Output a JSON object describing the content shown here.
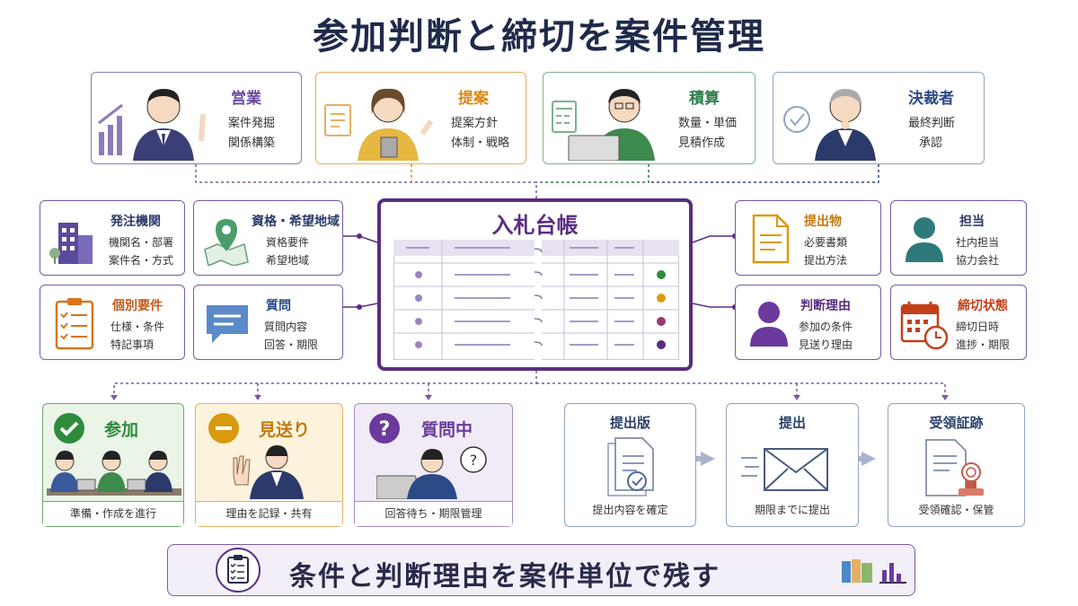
{
  "title": "参加判断と締切を案件管理",
  "roles": [
    {
      "title": "営業",
      "lines": [
        "案件発掘",
        "関係構築"
      ],
      "color": "#6b4a9c",
      "icon": "sales-person-icon"
    },
    {
      "title": "提案",
      "lines": [
        "提案方針",
        "体制・戦略"
      ],
      "color": "#d98a1a",
      "icon": "proposal-person-icon"
    },
    {
      "title": "積算",
      "lines": [
        "数量・単価",
        "見積作成"
      ],
      "color": "#2e7d4a",
      "icon": "estimator-person-icon"
    },
    {
      "title": "決裁者",
      "lines": [
        "最終判断",
        "承認"
      ],
      "color": "#2b4a86",
      "icon": "approver-person-icon"
    }
  ],
  "ledger": {
    "title": "入札台帳"
  },
  "left_cards": [
    {
      "title": "発注機関",
      "lines": [
        "機関名・部署",
        "案件名・方式"
      ],
      "color": "#2b3a6b",
      "icon": "building-icon"
    },
    {
      "title": "資格・希望地域",
      "lines": [
        "資格要件",
        "希望地域"
      ],
      "color": "#2b3a6b",
      "icon": "map-pin-icon"
    },
    {
      "title": "個別要件",
      "lines": [
        "仕様・条件",
        "特記事項"
      ],
      "color": "#c25a1a",
      "icon": "checklist-icon"
    },
    {
      "title": "質問",
      "lines": [
        "質問内容",
        "回答・期限"
      ],
      "color": "#2b4a86",
      "icon": "chat-bubble-icon"
    }
  ],
  "right_cards": [
    {
      "title": "提出物",
      "lines": [
        "必要書類",
        "提出方法"
      ],
      "color": "#c27a10",
      "icon": "document-icon"
    },
    {
      "title": "担当",
      "lines": [
        "社内担当",
        "協力会社"
      ],
      "color": "#2b3a6b",
      "icon": "person-icon"
    },
    {
      "title": "判断理由",
      "lines": [
        "参加の条件",
        "見送り理由"
      ],
      "color": "#5a2d82",
      "icon": "person-icon"
    },
    {
      "title": "締切状態",
      "lines": [
        "締切日時",
        "進捗・期限"
      ],
      "color": "#c2401a",
      "icon": "calendar-clock-icon"
    }
  ],
  "statuses": [
    {
      "title": "参加",
      "foot": "準備・作成を進行",
      "color": "#2e8b3e",
      "bg": "#eaf5e8",
      "glyph": "✓",
      "icon": "check-circle-icon"
    },
    {
      "title": "見送り",
      "foot": "理由を記録・共有",
      "color": "#d99a10",
      "bg": "#fdf3dd",
      "glyph": "−",
      "icon": "minus-circle-icon"
    },
    {
      "title": "質問中",
      "foot": "回答待ち・期限管理",
      "color": "#6b3a9c",
      "bg": "#f1ebf7",
      "glyph": "?",
      "icon": "question-circle-icon"
    }
  ],
  "flow": [
    {
      "title": "提出版",
      "foot": "提出内容を確定",
      "icon": "document-check-icon"
    },
    {
      "title": "提出",
      "foot": "期限までに提出",
      "icon": "envelope-icon"
    },
    {
      "title": "受領証跡",
      "foot": "受領確認・保管",
      "icon": "stamp-document-icon"
    }
  ],
  "banner": {
    "text": "条件と判断理由を案件単位で残す"
  },
  "colors": {
    "purple": "#5a2d82",
    "navy": "#1f2a4a"
  }
}
